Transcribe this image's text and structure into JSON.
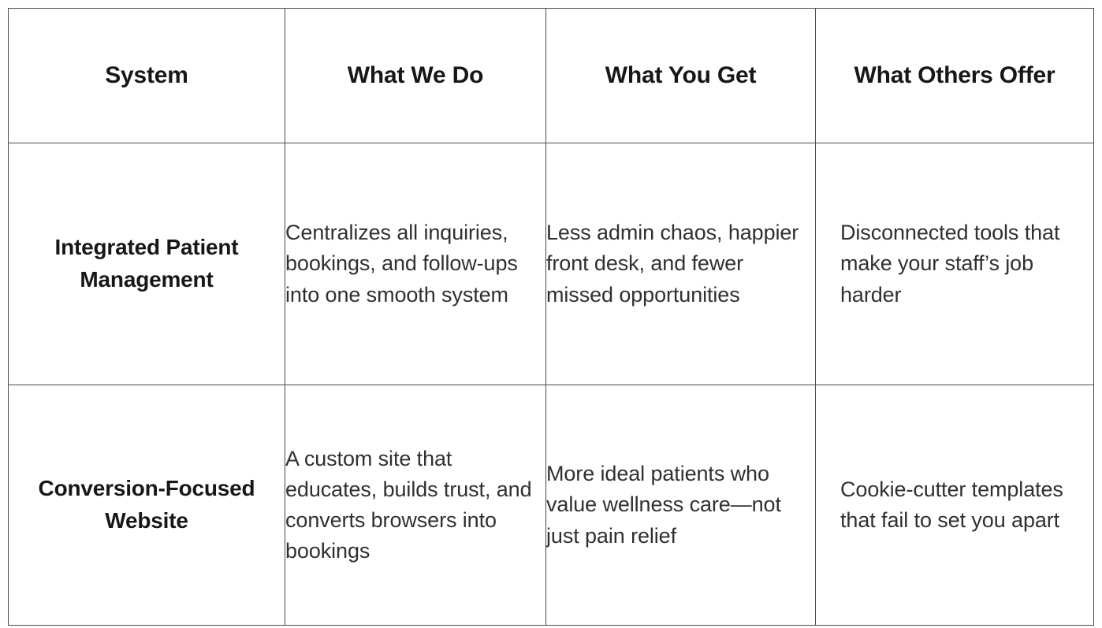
{
  "table": {
    "columns": [
      {
        "key": "system",
        "label": "System"
      },
      {
        "key": "we_do",
        "label": "What We Do"
      },
      {
        "key": "you_get",
        "label": "What You Get"
      },
      {
        "key": "others",
        "label": "What Others Offer"
      }
    ],
    "rows": [
      {
        "system": "Integrated Patient Management",
        "we_do": "Centralizes all inquiries, bookings, and follow-ups into one smooth system",
        "you_get": "Less admin chaos, happier front desk, and fewer missed opportunities",
        "others": "Disconnected tools that make your staff’s job harder"
      },
      {
        "system": "Conversion-Focused Website",
        "we_do": "A custom site that educates, builds trust, and converts browsers into bookings",
        "you_get": "More ideal patients who value wellness care—not just pain relief",
        "others": "Cookie-cutter templates that fail to set you apart"
      }
    ]
  },
  "colors": {
    "border": "#4a4a4a",
    "heading_text": "#17171a",
    "body_text": "#2f3033",
    "background": "#ffffff"
  }
}
